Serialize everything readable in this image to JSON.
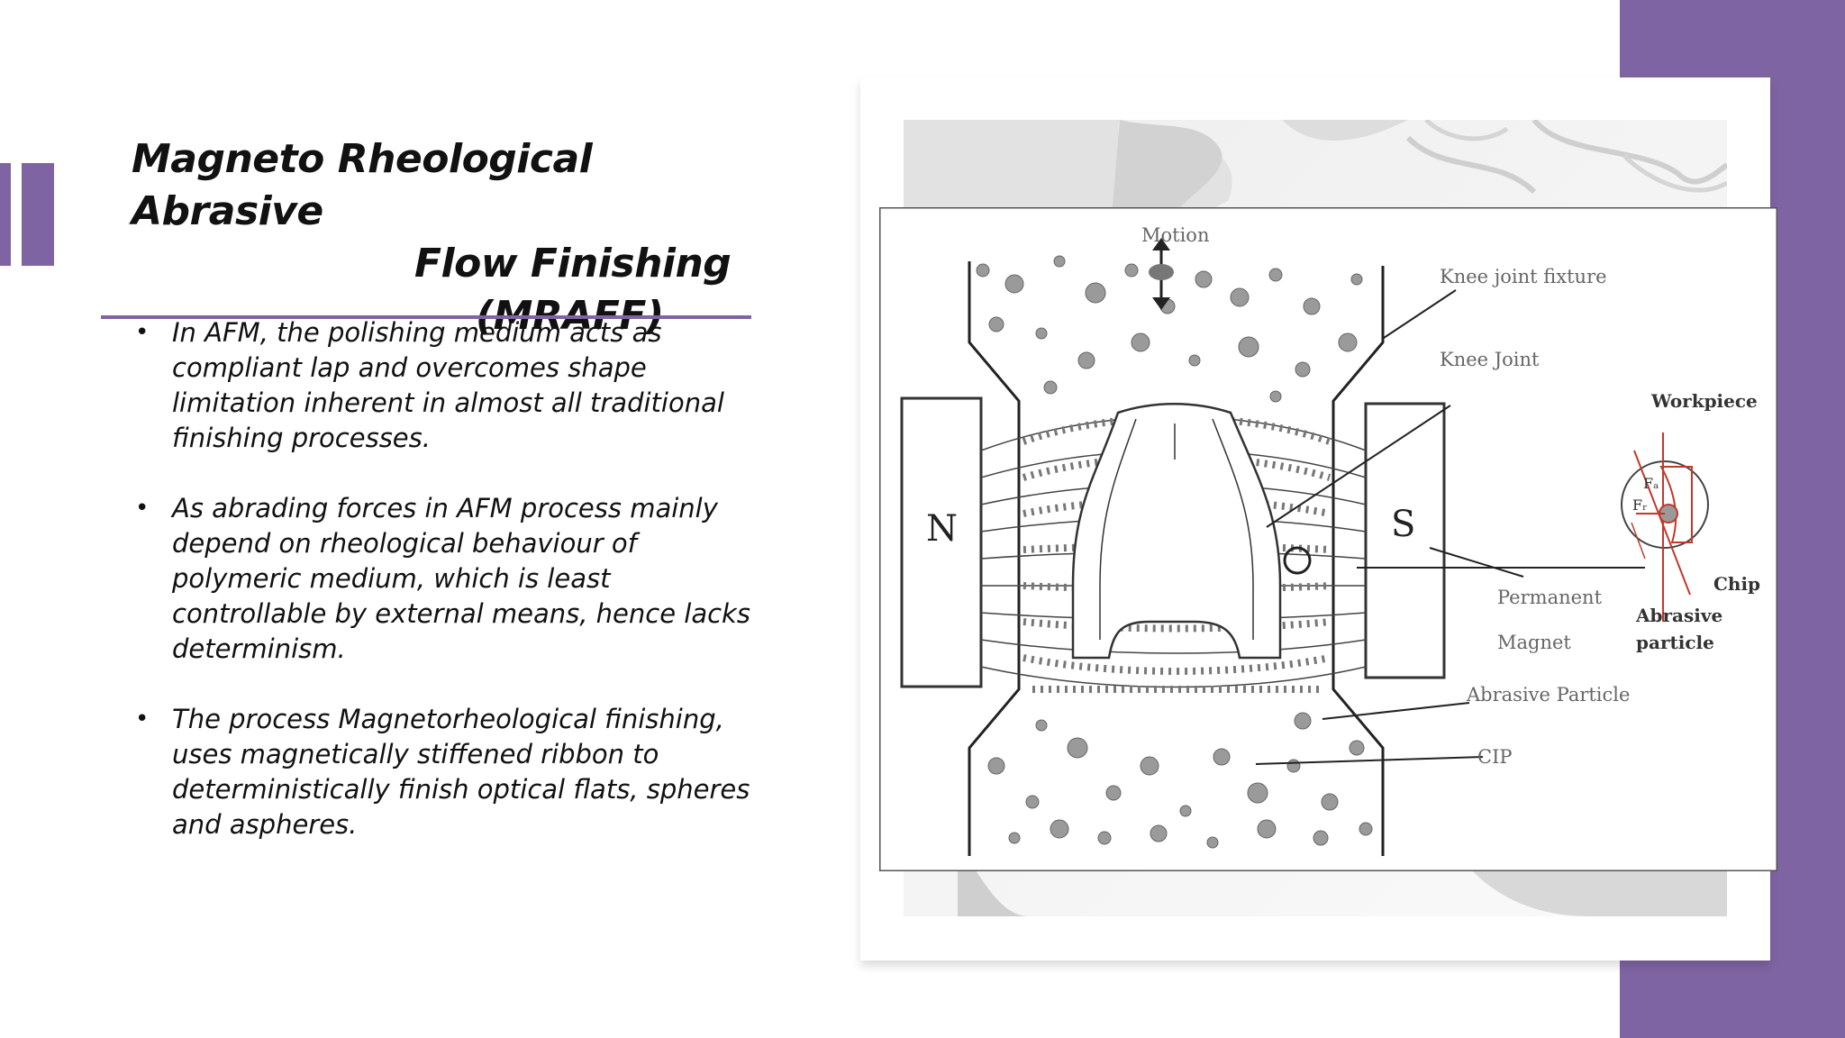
{
  "slide": {
    "title_lines": [
      "Magneto Rheological Abrasive",
      "Flow  Finishing",
      "(MRAFF)"
    ],
    "bullets": [
      "In  AFM,  the  polishing  medium  acts as  compliant  lap  and overcomes shape limitation inherent in almost all traditional finishing processes.",
      "As abrading forces in AFM process mainly depend on  rheological behaviour of polymeric medium, which is least controllable by external means, hence lacks determinism.",
      "The process Magnetorheological finishing, uses  magnetically stiffened ribbon to deterministically finish  optical flats, spheres and aspheres."
    ],
    "bullet_symbol": "•"
  },
  "diagram": {
    "labels": {
      "motion": "Motion",
      "north": "N",
      "south": "S",
      "knee_joint_fixture": "Knee joint fixture",
      "knee_joint": "Knee Joint",
      "workpiece": "Workpiece",
      "permanent": "Permanent",
      "magnet": "Magnet",
      "chip": "Chip",
      "abrasive": "Abrasive",
      "particle": "particle",
      "abrasive_particle": "Abrasive Particle",
      "cip": "CIP",
      "force_a": "Fₐ",
      "force_r": "Fᵣ"
    }
  },
  "colors": {
    "accent": "#7f64a3",
    "text": "#111111",
    "diagram_red": "#c0392b"
  }
}
